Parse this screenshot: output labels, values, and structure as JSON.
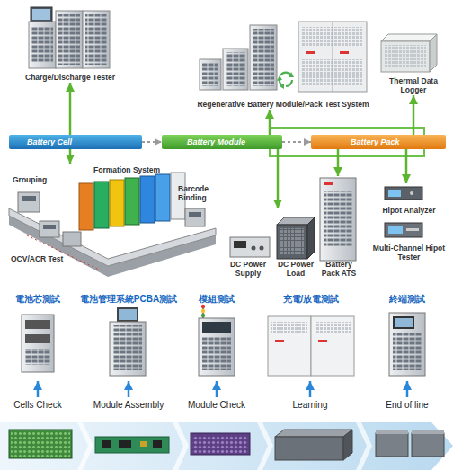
{
  "diagram": {
    "nodes": [
      {
        "text": [
          "Charge/Discharge Tester"
        ]
      },
      {
        "text": [
          "Regenerative Battery Module/Pack Test System"
        ]
      },
      {
        "text": [
          "Thermal Data Logger"
        ]
      },
      {
        "text": [
          "Battery Cell"
        ]
      },
      {
        "text": [
          "Battery Module"
        ]
      },
      {
        "text": [
          "Battery Pack"
        ]
      },
      {
        "text": [
          "Formation System"
        ]
      },
      {
        "text": [
          "DC Power Supply"
        ]
      },
      {
        "text": [
          "DC Power Load"
        ]
      },
      {
        "text": [
          "Battery Pack ATS"
        ]
      },
      {
        "text": [
          "Hipot Analyzer"
        ]
      },
      {
        "text": [
          "Multi-Channel Hipot Tester"
        ]
      },
      {
        "text": [
          "電池芯測試"
        ]
      },
      {
        "text": [
          "電池管理系統PCBA測試"
        ]
      },
      {
        "text": [
          "模組測試"
        ]
      },
      {
        "text": [
          "充電/放電測試"
        ]
      },
      {
        "text": [
          "終端測試"
        ]
      },
      {
        "text": [
          "Cells Check"
        ]
      },
      {
        "text": [
          "Module Assembly"
        ]
      },
      {
        "text": [
          "Module Check"
        ]
      },
      {
        "text": [
          "Learning"
        ]
      },
      {
        "text": [
          "End of line"
        ]
      }
    ],
    "edges": [
      {
        "from": 3,
        "to": 4,
        "arrow": "to"
      },
      {
        "from": 4,
        "to": 5,
        "arrow": "to"
      },
      {
        "from": 3,
        "to": 0,
        "arrow": "to"
      },
      {
        "from": 3,
        "to": 6,
        "arrow": "to"
      },
      {
        "from": 4,
        "to": 1,
        "arrow": "to"
      },
      {
        "from": 4,
        "to": 8,
        "arrow": "to"
      },
      {
        "from": 5,
        "to": 2,
        "arrow": "to"
      },
      {
        "from": 5,
        "to": 9,
        "arrow": "to"
      },
      {
        "from": 5,
        "to": 10,
        "arrow": "to"
      },
      {
        "from": 17,
        "to": 12,
        "arrow": "to"
      },
      {
        "from": 18,
        "to": 13,
        "arrow": "to"
      },
      {
        "from": 19,
        "to": 14,
        "arrow": "to"
      },
      {
        "from": 20,
        "to": 15,
        "arrow": "to"
      },
      {
        "from": 21,
        "to": 16,
        "arrow": "to"
      }
    ],
    "labels": [
      "Grouping",
      "Barcode Binding",
      "OCV/ACR Test"
    ]
  }
}
